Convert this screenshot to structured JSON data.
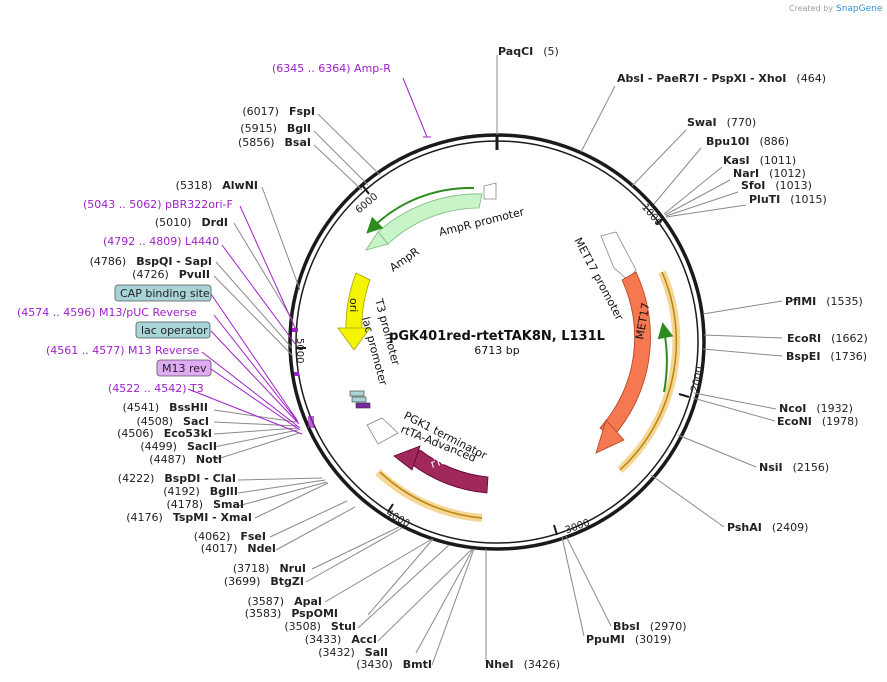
{
  "credit": {
    "text": "Created by",
    "brand": "SnapGene"
  },
  "plasmid": {
    "name": "pGK401red-rtetTAK8N, L131L",
    "size": "6713 bp"
  },
  "ticks": [
    "1000",
    "2000",
    "3000",
    "4000",
    "5000",
    "6000"
  ],
  "features": {
    "amp_r": "AmpR",
    "amp_r_promoter": "AmpR promoter",
    "ori": "ori",
    "t3_promoter": "T3 promoter",
    "lac_promoter": "lac promoter",
    "pgk1_terminator": "PGK1 terminator",
    "rtta_advanced": "rtTA-Advanced",
    "rtetr": "rTetR",
    "met17_promoter": "MET17 promoter",
    "met17": "MET17"
  },
  "sites": {
    "paqci": {
      "name": "PaqCI",
      "pos": "(5)"
    },
    "absi": {
      "name": "AbsI   - PaeR7I   - PspXI   - XhoI",
      "pos": "(464)"
    },
    "swai": {
      "name": "SwaI",
      "pos": "(770)"
    },
    "bpu10i": {
      "name": "Bpu10I",
      "pos": "(886)"
    },
    "kasi": {
      "name": "KasI",
      "pos": "(1011)"
    },
    "nari": {
      "name": "NarI",
      "pos": "(1012)"
    },
    "sfoi": {
      "name": "SfoI",
      "pos": "(1013)"
    },
    "pluti": {
      "name": "PluTI",
      "pos": "(1015)"
    },
    "pflmi": {
      "name": "PflMI",
      "pos": "(1535)"
    },
    "ecori": {
      "name": "EcoRI",
      "pos": "(1662)"
    },
    "bspei": {
      "name": "BspEI",
      "pos": "(1736)"
    },
    "ncoi": {
      "name": "NcoI",
      "pos": "(1932)"
    },
    "econi": {
      "name": "EcoNI",
      "pos": "(1978)"
    },
    "nsii": {
      "name": "NsiI",
      "pos": "(2156)"
    },
    "pshai": {
      "name": "PshAI",
      "pos": "(2409)"
    },
    "bbsi": {
      "name": "BbsI",
      "pos": "(2970)"
    },
    "ppumi": {
      "name": "PpuMI",
      "pos": "(3019)"
    },
    "nhei": {
      "name": "NheI",
      "pos": "(3426)"
    },
    "fspi": {
      "name": "FspI",
      "pos": "(6017)"
    },
    "bgli": {
      "name": "BglI",
      "pos": "(5915)"
    },
    "bsai": {
      "name": "BsaI",
      "pos": "(5856)"
    },
    "alwni": {
      "name": "AlwNI",
      "pos": "(5318)"
    },
    "drdi": {
      "name": "DrdI",
      "pos": "(5010)"
    },
    "bspqi": {
      "name": "BspQI   - SapI",
      "pos": "(4786)"
    },
    "pvuii": {
      "name": "PvuII",
      "pos": "(4726)"
    },
    "bsshii": {
      "name": "BssHII",
      "pos": "(4541)"
    },
    "saci": {
      "name": "SacI",
      "pos": "(4508)"
    },
    "eco53ki": {
      "name": "Eco53kI",
      "pos": "(4506)"
    },
    "sacii": {
      "name": "SacII",
      "pos": "(4499)"
    },
    "noti": {
      "name": "NotI",
      "pos": "(4487)"
    },
    "bspdi": {
      "name": "BspDI   - ClaI",
      "pos": "(4222)"
    },
    "bglii": {
      "name": "BglII",
      "pos": "(4192)"
    },
    "smai": {
      "name": "SmaI",
      "pos": "(4178)"
    },
    "tspmi": {
      "name": "TspMI   - XmaI",
      "pos": "(4176)"
    },
    "fsei": {
      "name": "FseI",
      "pos": "(4062)"
    },
    "ndei": {
      "name": "NdeI",
      "pos": "(4017)"
    },
    "nrui": {
      "name": "NruI",
      "pos": "(3718)"
    },
    "btgzi": {
      "name": "BtgZI",
      "pos": "(3699)"
    },
    "apai": {
      "name": "ApaI",
      "pos": "(3587)"
    },
    "pspomi": {
      "name": "PspOMI",
      "pos": "(3583)"
    },
    "stui": {
      "name": "StuI",
      "pos": "(3508)"
    },
    "acci": {
      "name": "AccI",
      "pos": "(3433)"
    },
    "sali": {
      "name": "SalI",
      "pos": "(3432)"
    },
    "bmti": {
      "name": "BmtI",
      "pos": "(3430)"
    }
  },
  "primer_labels": {
    "amp_r": "(6345 .. 6364)  Amp-R",
    "pbr322": "(5043 .. 5062)  pBR322ori-F",
    "l4440": "(4792 .. 4809)  L4440",
    "m13_puc": "(4574 .. 4596)  M13/pUC Reverse",
    "m13_reverse": "(4561 .. 4577)  M13 Reverse",
    "t3": "(4522 .. 4542)  T3"
  },
  "boxed_labels": {
    "cap": "CAP binding site",
    "lac_operator": "lac operator",
    "m13_rev": "M13 rev"
  },
  "colors": {
    "backbone": "#1a1a1a",
    "ampr": "#c8f5c8",
    "ori": "#f5f500",
    "rtetr": "#a0285a",
    "met17": "#f57850",
    "primer_band": "#f5d28c",
    "primer_arrow": "#2e8b1e",
    "cap_box": "#a8d4d8",
    "m13rev_box": "#e1aaf5"
  }
}
